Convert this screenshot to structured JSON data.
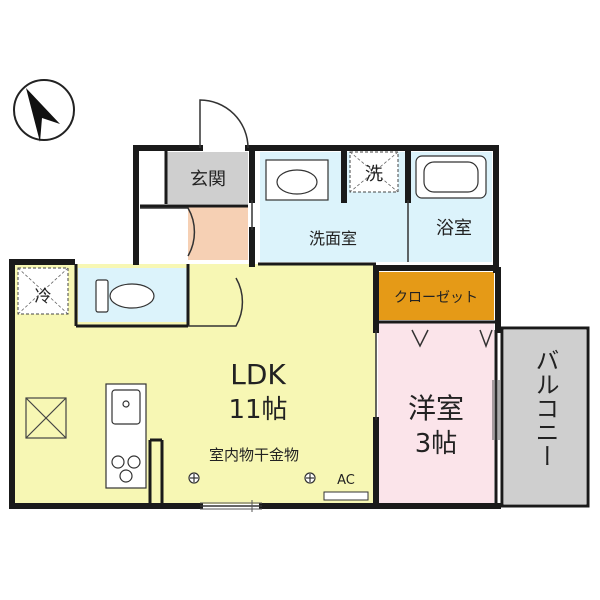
{
  "colors": {
    "ldk": "#f7f7b4",
    "entrance": "#cfcfcf",
    "hall": "#f6d0b4",
    "washroom": "#dcf3fb",
    "closet": "#e59a17",
    "bedroom": "#fbe4ea",
    "balcony": "#cfcfcf",
    "wall": "#1a1a1a"
  },
  "icons": [
    "compass-icon",
    "fridge-space-icon",
    "washer-space-icon",
    "vent-icon",
    "toilet-icon",
    "sink-icon",
    "stove-icon",
    "bathtub-icon",
    "washbasin-icon",
    "ceiling-fixture-icon"
  ],
  "rooms": {
    "entrance": "玄関",
    "washroom": "洗面室",
    "bath": "浴室",
    "closet": "クローゼット",
    "ldk_name": "LDK",
    "ldk_size": "11帖",
    "bedroom_name": "洋室",
    "bedroom_size": "3帖",
    "balcony": "バルコニー"
  },
  "labels": {
    "fridge": "冷",
    "washer": "洗",
    "drying_hardware": "室内物干金物",
    "ac": "AC"
  }
}
